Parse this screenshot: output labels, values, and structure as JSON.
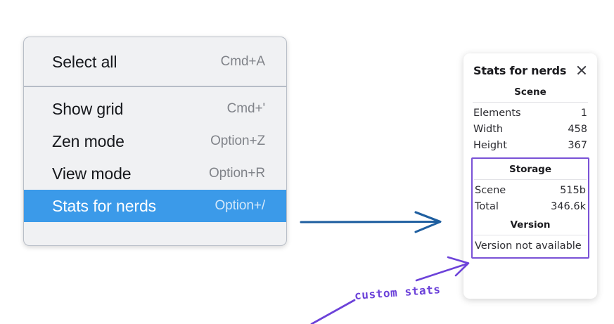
{
  "context_menu": {
    "groups": [
      {
        "items": [
          {
            "label": "Select all",
            "shortcut": "Cmd+A",
            "selected": false
          }
        ]
      },
      {
        "items": [
          {
            "label": "Show grid",
            "shortcut": "Cmd+'",
            "selected": false
          },
          {
            "label": "Zen mode",
            "shortcut": "Option+Z",
            "selected": false
          },
          {
            "label": "View mode",
            "shortcut": "Option+R",
            "selected": false
          },
          {
            "label": "Stats for nerds",
            "shortcut": "Option+/",
            "selected": true
          }
        ]
      }
    ],
    "colors": {
      "background": "#f0f1f3",
      "selected": "#3b9ae9",
      "label": "#16181c",
      "shortcut": "#808389",
      "divider": "#b6bcc6"
    }
  },
  "stats_panel": {
    "title": "Stats for nerds",
    "close_icon": "close-icon",
    "sections": [
      {
        "name": "scene",
        "title": "Scene",
        "highlighted": false,
        "rows": [
          {
            "label": "Elements",
            "value": "1"
          },
          {
            "label": "Width",
            "value": "458"
          },
          {
            "label": "Height",
            "value": "367"
          }
        ]
      },
      {
        "name": "storage",
        "title": "Storage",
        "highlighted": true,
        "rows": [
          {
            "label": "Scene",
            "value": "515b"
          },
          {
            "label": "Total",
            "value": "346.6k"
          }
        ]
      },
      {
        "name": "version",
        "title": "Version",
        "highlighted": true,
        "single_line": "Version not available"
      }
    ],
    "colors": {
      "highlight_border": "#7a52d6",
      "rule": "#e2e2e6",
      "text": "#2c2c31"
    }
  },
  "annotations": {
    "custom_stats_label": "custom stats",
    "colors": {
      "blue_arrow": "#1f5fa0",
      "purple": "#6c42d9"
    }
  }
}
